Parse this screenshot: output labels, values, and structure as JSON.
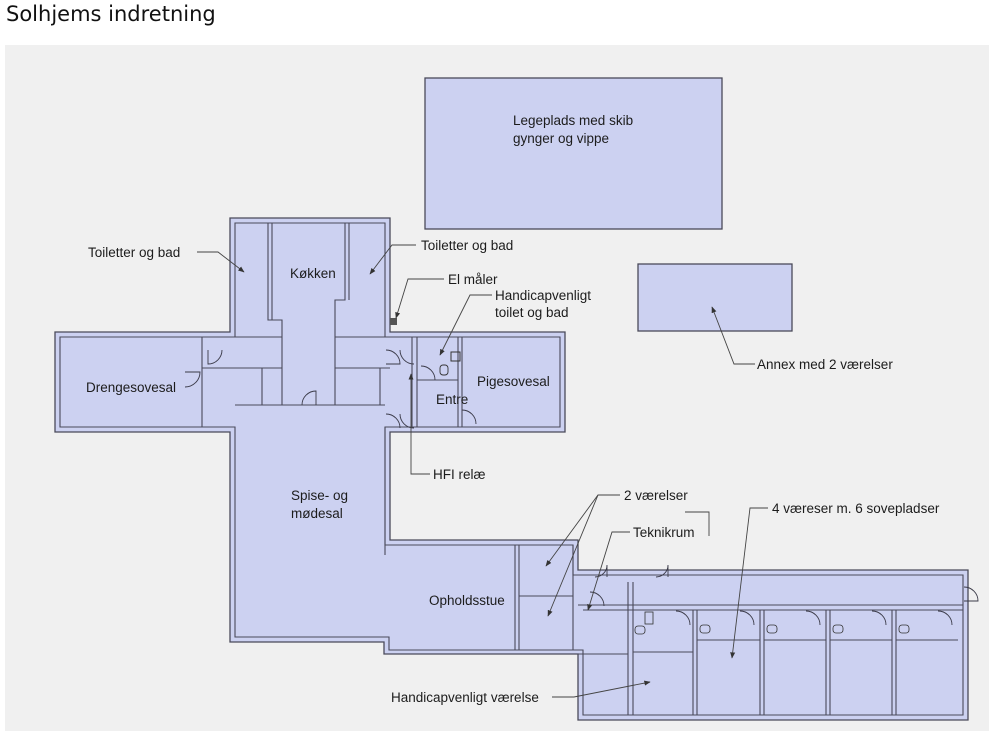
{
  "page": {
    "title": "Solhjems indretning"
  },
  "rooms": {
    "playground_line1": "Legeplads med skib",
    "playground_line2": "gynger og vippe",
    "kitchen": "Køkken",
    "boys_dorm": "Drengesovesal",
    "girls_dorm": "Pigesovesal",
    "entrance": "Entre",
    "dining_line1": "Spise- og",
    "dining_line2": "mødesal",
    "living_room": "Opholdsstue"
  },
  "callouts": {
    "toilets_left": "Toiletter og bad",
    "toilets_right": "Toiletter og bad",
    "el_meter": "El måler",
    "hc_toilet_line1": "Handicapvenligt",
    "hc_toilet_line2": "toilet og bad",
    "annex": "Annex med 2 værelser",
    "hfi_relay": "HFI relæ",
    "two_rooms": "2 værelser",
    "tech_room": "Teknikrum",
    "four_rooms": "4 væreser m. 6 sovepladser",
    "hc_room": "Handicapvenligt værelse"
  },
  "colors": {
    "room_fill": "#ccd1f1",
    "wall": "#4a4a5a",
    "background": "#f0f0f0"
  }
}
